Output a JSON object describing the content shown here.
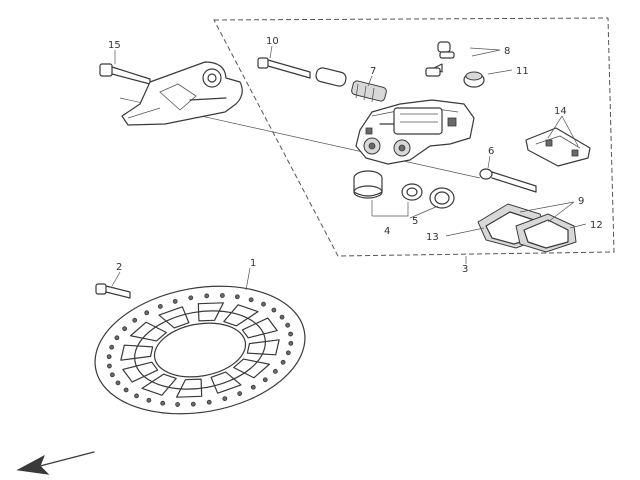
{
  "callouts": {
    "c1": "1",
    "c2": "2",
    "c3": "3",
    "c4": "4",
    "c5": "5",
    "c6": "6",
    "c7": "7",
    "c8": "8",
    "c9": "9",
    "c10": "10",
    "c11": "11",
    "c12": "12",
    "c13": "13",
    "c14": "14",
    "c15": "15"
  },
  "colors": {
    "line": "#3a3a3a",
    "background": "#ffffff"
  },
  "icons": {
    "direction_arrow": "front-arrow-icon"
  }
}
